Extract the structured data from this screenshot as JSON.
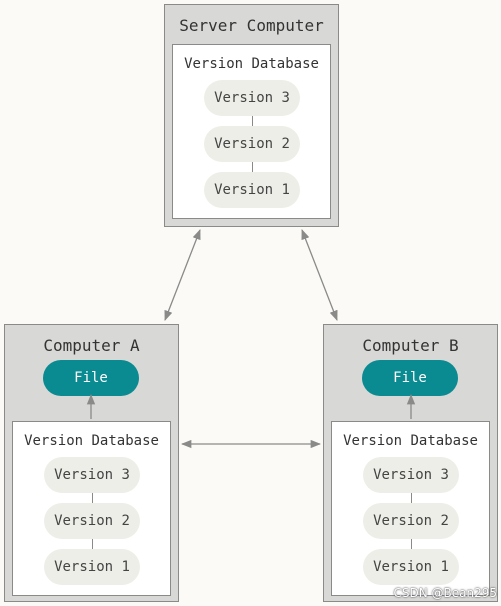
{
  "server": {
    "title": "Server Computer",
    "database": {
      "title": "Version Database",
      "versions": [
        "Version 3",
        "Version 2",
        "Version 1"
      ]
    }
  },
  "computer_a": {
    "title": "Computer A",
    "file_label": "File",
    "database": {
      "title": "Version Database",
      "versions": [
        "Version 3",
        "Version 2",
        "Version 1"
      ]
    }
  },
  "computer_b": {
    "title": "Computer B",
    "file_label": "File",
    "database": {
      "title": "Version Database",
      "versions": [
        "Version 3",
        "Version 2",
        "Version 1"
      ]
    }
  },
  "colors": {
    "file_accent": "#0a8a91",
    "box_fill": "#d8d8d6",
    "pill_fill": "#eeeee8"
  },
  "watermark": "CSDN @Bean295"
}
